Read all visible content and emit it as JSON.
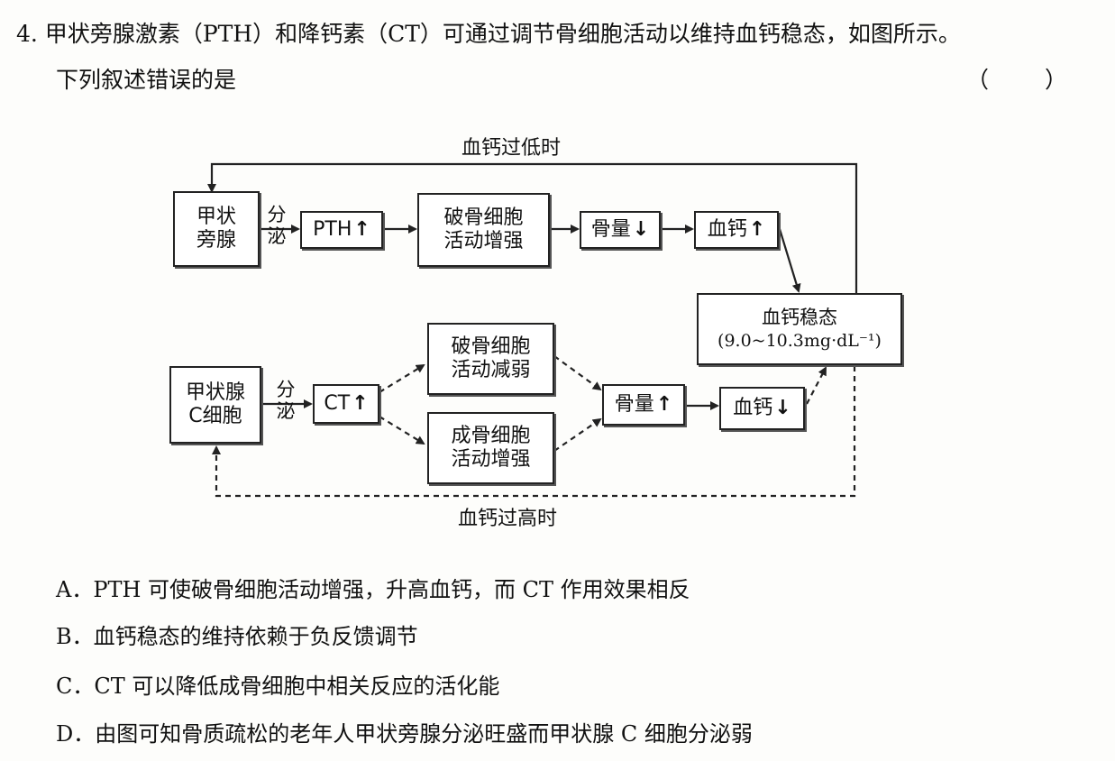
{
  "question": {
    "number": "4.",
    "stem_line1": "甲状旁腺激素（PTH）和降钙素（CT）可通过调节骨细胞活动以维持血钙稳态，如图所示。",
    "stem_line2": "下列叙述错误的是",
    "bracket_open": "（",
    "bracket_close": "）"
  },
  "diagram": {
    "top_loop_label": "血钙过低时",
    "bottom_loop_label": "血钙过高时",
    "top": {
      "gland": [
        "甲状",
        "旁腺"
      ],
      "secrete": [
        "分",
        "泌"
      ],
      "hormone": "PTH",
      "osteoclast": [
        "破骨细胞",
        "活动增强"
      ],
      "bone_mass": "骨量",
      "blood_calcium": "血钙"
    },
    "homeostasis": [
      "血钙稳态",
      "(9.0~10.3mg·dL⁻¹)"
    ],
    "bottom": {
      "gland": [
        "甲状腺",
        "C细胞"
      ],
      "secrete": [
        "分",
        "泌"
      ],
      "hormone": "CT",
      "osteoclast": [
        "破骨细胞",
        "活动减弱"
      ],
      "osteoblast": [
        "成骨细胞",
        "活动增强"
      ],
      "bone_mass": "骨量",
      "blood_calcium": "血钙"
    },
    "up": "↑",
    "down": "↓"
  },
  "options": [
    "A．PTH 可使破骨细胞活动增强，升高血钙，而 CT 作用效果相反",
    "B．血钙稳态的维持依赖于负反馈调节",
    "C．CT 可以降低成骨细胞中相关反应的活化能",
    "D．由图可知骨质疏松的老年人甲状旁腺分泌旺盛而甲状腺 C 细胞分泌弱"
  ]
}
